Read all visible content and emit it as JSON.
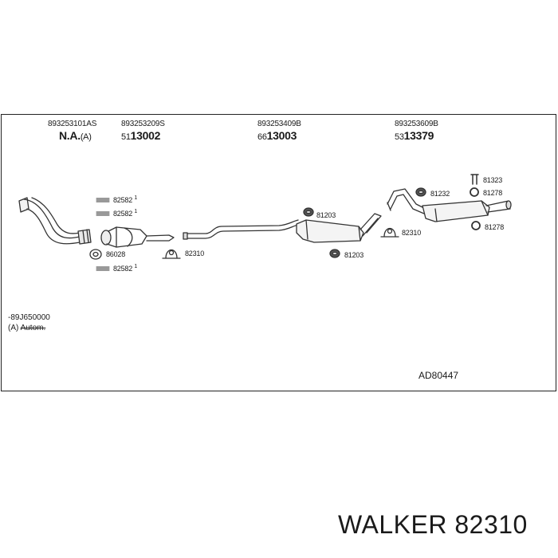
{
  "columns": [
    {
      "part_no": "893253101AS",
      "kit_no": "N.A.",
      "kit_prefix": "",
      "kit_suffix": "(A)"
    },
    {
      "part_no": "893253209S",
      "kit_no": "13002",
      "kit_prefix": "51",
      "kit_suffix": ""
    },
    {
      "part_no": "893253409B",
      "kit_no": "13003",
      "kit_prefix": "66",
      "kit_suffix": ""
    },
    {
      "part_no": "893253609B",
      "kit_no": "13379",
      "kit_prefix": "53",
      "kit_suffix": ""
    }
  ],
  "parts": {
    "clamp_a": "82582",
    "clamp_a_sup": "1",
    "clamp_b": "82582",
    "clamp_b_sup": "1",
    "gasket": "86028",
    "clamp_c": "82582",
    "clamp_c_sup": "1",
    "bracket_left": "82310",
    "hanger_top": "81203",
    "hanger_bottom": "81203",
    "bracket_right": "82310",
    "rear_hanger": "81232",
    "rear_top": "81323",
    "rear_ring_a": "81278",
    "rear_ring_b": "81278"
  },
  "notes": {
    "line1": "-89J650000",
    "line2_prefix": "(A)",
    "line2_strike": "Autom."
  },
  "reference": "AD80447",
  "brand": "WALKER 82310"
}
